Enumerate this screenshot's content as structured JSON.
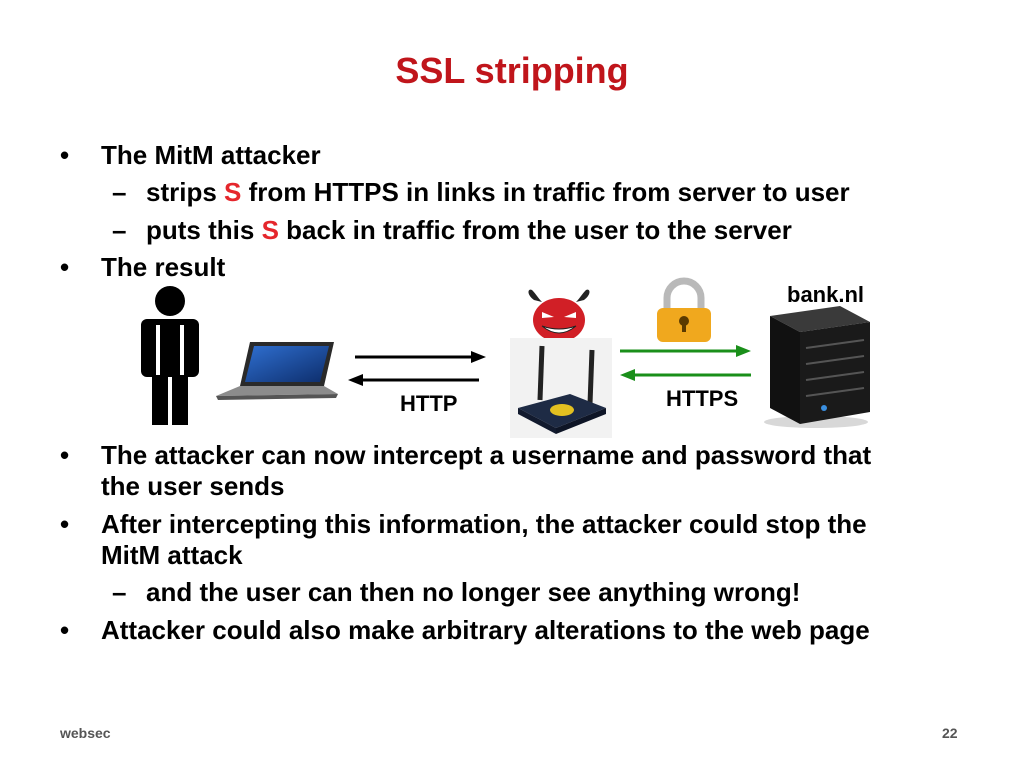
{
  "slide": {
    "title": "SSL stripping",
    "bullets": [
      {
        "text": "The MitM attacker"
      },
      {
        "text": "The result"
      }
    ],
    "sub1": {
      "pre": "strips ",
      "highlight": "S",
      "post": " from HTTPS in links in traffic from server to user"
    },
    "sub2": {
      "pre": "puts this ",
      "highlight": "S",
      "post": " back in traffic from the user to the server"
    },
    "bullet3": {
      "line1": "The attacker can now intercept a username and password that",
      "line2": "the user sends"
    },
    "bullet4": {
      "line1": "After intercepting this information, the attacker could stop the",
      "line2": "MitM attack"
    },
    "sub3": "and the user can then no longer see anything wrong!",
    "bullet5": "Attacker could also make arbitrary alterations to the web page",
    "bullet_symbol": "•",
    "dash_symbol": "–"
  },
  "diagram": {
    "http_label": "HTTP",
    "https_label": "HTTPS",
    "bank_label": "bank.nl",
    "colors": {
      "https_arrow": "#1a8f1a",
      "http_arrow": "#000000",
      "lock": "#f0a81e",
      "devil": "#d11f26"
    }
  },
  "footer": {
    "left": "websec",
    "page": "22"
  }
}
